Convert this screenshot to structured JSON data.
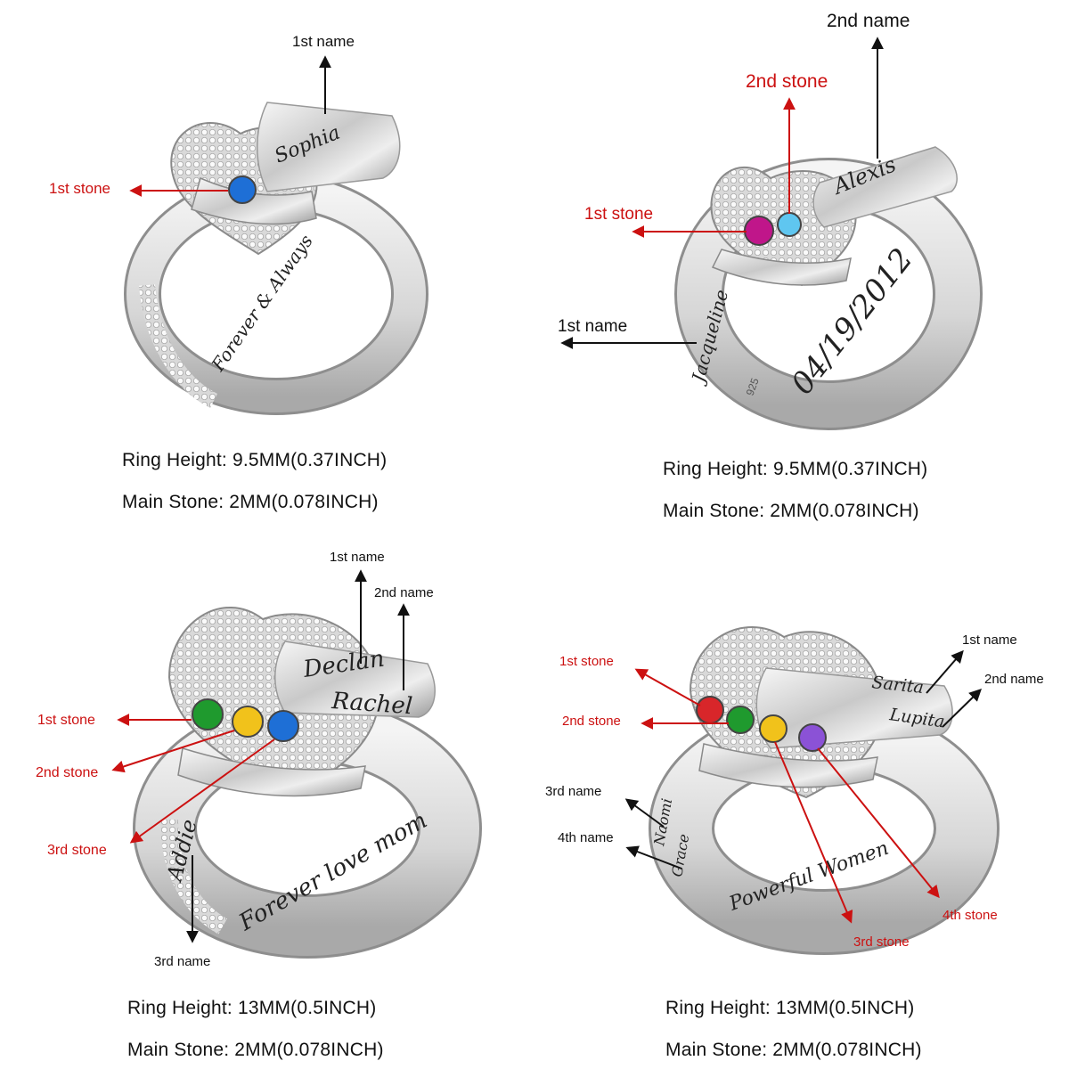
{
  "colors": {
    "label_red": "#cc1111",
    "label_black": "#111111"
  },
  "panels": [
    {
      "labels": {
        "name1": "1st name",
        "stone1": "1st stone"
      },
      "engraving": {
        "top": "Sophia",
        "inner": "Forever & Always"
      },
      "stones": [
        {
          "color": "#1e6fd6"
        }
      ],
      "specs": {
        "height": "Ring Height: 9.5MM(0.37INCH)",
        "stone": "Main Stone:  2MM(0.078INCH)"
      }
    },
    {
      "labels": {
        "name2": "2nd name",
        "stone2": "2nd stone",
        "stone1": "1st stone",
        "name1": "1st name"
      },
      "engraving": {
        "top": "Alexis",
        "side": "Jacqueline",
        "date": "04/19/2012",
        "mark": "925"
      },
      "stones": [
        {
          "color": "#c0168a"
        },
        {
          "color": "#5fc6f0"
        }
      ],
      "specs": {
        "height": "Ring Height: 9.5MM(0.37INCH)",
        "stone": "Main Stone:  2MM(0.078INCH)"
      }
    },
    {
      "labels": {
        "name1": "1st name",
        "name2": "2nd name",
        "stone1": "1st stone",
        "stone2": "2nd stone",
        "stone3": "3rd stone",
        "name3": "3rd name"
      },
      "engraving": {
        "top1": "Declan",
        "top2": "Rachel",
        "side": "Addie",
        "inner": "Forever love mom"
      },
      "stones": [
        {
          "color": "#1f9a2e"
        },
        {
          "color": "#f1c21b"
        },
        {
          "color": "#1e6fd6"
        }
      ],
      "specs": {
        "height": "Ring Height: 13MM(0.5INCH)",
        "stone": "Main Stone:  2MM(0.078INCH)"
      }
    },
    {
      "labels": {
        "stone1": "1st stone",
        "name1": "1st name",
        "name2": "2nd name",
        "stone2": "2nd stone",
        "name3": "3rd name",
        "name4": "4th name",
        "stone4": "4th stone",
        "stone3": "3rd stone"
      },
      "engraving": {
        "top1": "Sarita",
        "top2": "Lupita",
        "side1": "Naomi",
        "side2": "Grace",
        "inner": "Powerful Women"
      },
      "stones": [
        {
          "color": "#d8262a"
        },
        {
          "color": "#1f9a2e"
        },
        {
          "color": "#f1c21b"
        },
        {
          "color": "#8b52d6"
        }
      ],
      "specs": {
        "height": "Ring Height: 13MM(0.5INCH)",
        "stone": "Main Stone:  2MM(0.078INCH)"
      }
    }
  ]
}
